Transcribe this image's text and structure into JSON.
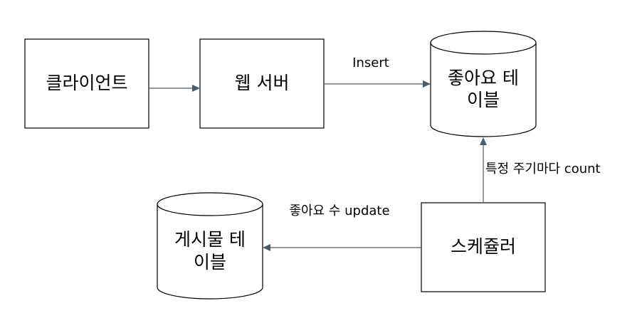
{
  "nodes": {
    "client": {
      "label": "클라이언트"
    },
    "web_server": {
      "label": "웹 서버"
    },
    "likes_table": {
      "label_line1": "좋아요 테",
      "label_line2": "이블"
    },
    "post_table": {
      "label_line1": "게시물 테",
      "label_line2": "이블"
    },
    "scheduler": {
      "label": "스케쥴러"
    }
  },
  "edges": {
    "client_to_web": {
      "label": ""
    },
    "web_to_likes": {
      "label": "Insert"
    },
    "scheduler_to_likes": {
      "label": "특정 주기마다 count"
    },
    "scheduler_to_post": {
      "label": "좋아요 수 update"
    }
  },
  "colors": {
    "edge": "#4a5d6e",
    "stroke": "#000000",
    "fill": "#ffffff"
  }
}
